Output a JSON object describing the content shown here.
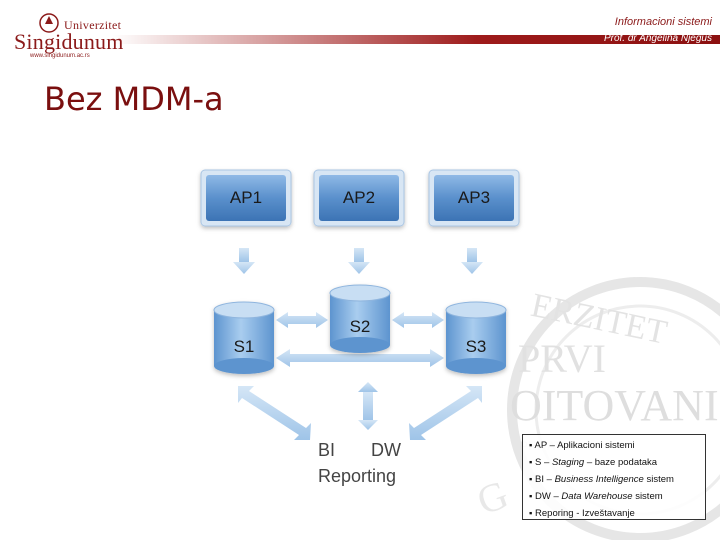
{
  "header": {
    "logo_top": "Univerzitet",
    "logo_main": "Singidunum",
    "logo_url": "www.singidunum.ac.rs",
    "course": "Informacioni sistemi",
    "professor": "Prof. dr Angelina Njeguš"
  },
  "title": "Bez MDM-a",
  "diagram": {
    "apps": [
      "AP1",
      "AP2",
      "AP3"
    ],
    "stores": [
      "S1",
      "S2",
      "S3"
    ],
    "outputs": {
      "bi": "BI",
      "dw": "DW",
      "reporting": "Reporting"
    }
  },
  "legend": [
    {
      "abbr": "AP",
      "dash": "–",
      "term": "",
      "rest": "Aplikacioni sistemi"
    },
    {
      "abbr": "S",
      "dash": "–",
      "term": "Staging",
      "rest": "– baze podataka"
    },
    {
      "abbr": "BI",
      "dash": "–",
      "term": "Business Intelligence",
      "rest": "sistem"
    },
    {
      "abbr": "DW",
      "dash": "–",
      "term": "Data Warehouse",
      "rest": "sistem"
    },
    {
      "abbr": "Reporing",
      "dash": "-",
      "term": "",
      "rest": "Izveštavanje"
    }
  ],
  "colors": {
    "brand": "#8b1a1a",
    "app_blue": "#4f86c6",
    "cyl_blue": "#7ab0e0"
  }
}
